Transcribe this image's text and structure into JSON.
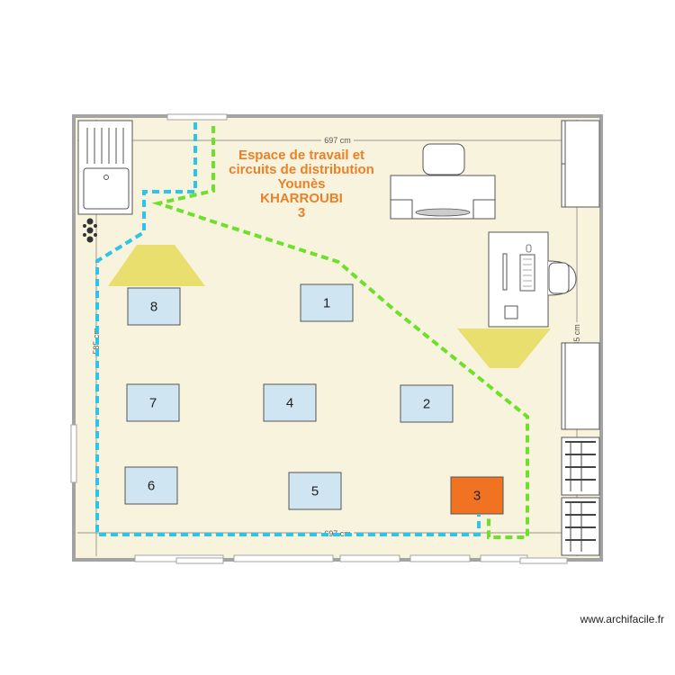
{
  "plan": {
    "title_lines": [
      "Espace de travail et",
      "circuits de distribution",
      "Younès",
      "KHARROUBI",
      "3"
    ],
    "dimensions": {
      "top_width": "697 cm",
      "bottom_width": "697 cm",
      "left_height": "585 cm",
      "right_height": "585 cm"
    },
    "workstations": [
      "8",
      "1",
      "7",
      "4",
      "2",
      "6",
      "5",
      "3"
    ],
    "credit": "www.archifacile.fr",
    "colors": {
      "floor": "#f8f3dc",
      "wall": "#a3a3a3",
      "workstation_fill": "#cfe5f2",
      "highlight_fill": "#ef7320",
      "route_blue": "#2ec3e8",
      "route_green": "#6de02a",
      "lamp": "#e8df6e",
      "title": "#e8822a"
    }
  }
}
